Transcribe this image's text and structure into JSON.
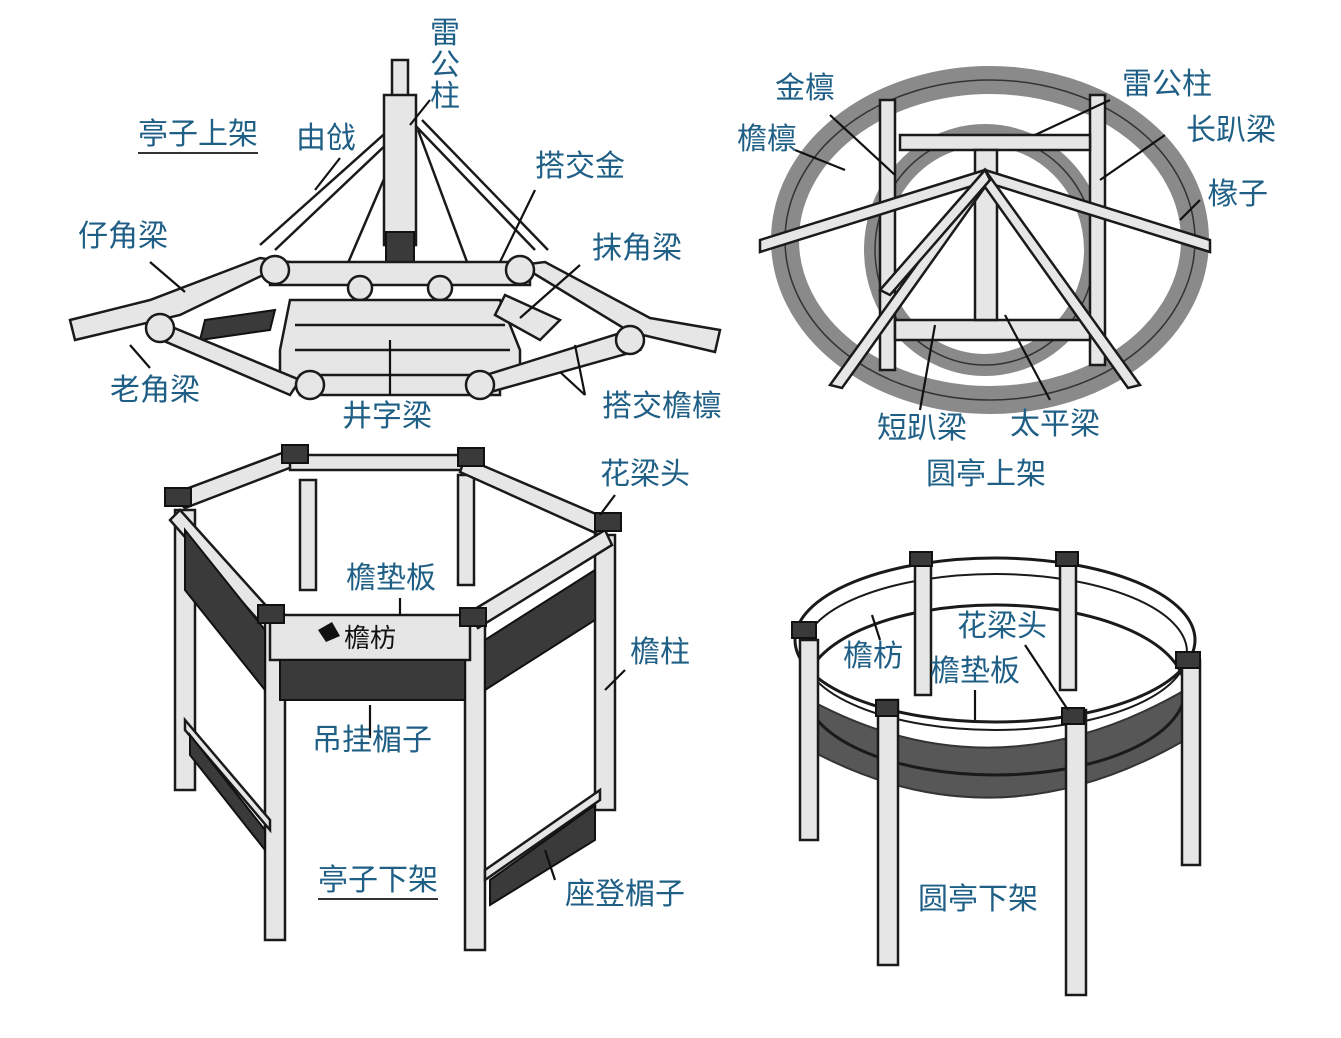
{
  "pavilion_upper": {
    "caption": "亭子上架",
    "labels": {
      "leigongzhu": "雷公柱",
      "youqi": "由戗",
      "dajiaojin": "搭交金",
      "zijiaoliang": "仔角梁",
      "mojiaoliang": "抹角梁",
      "laojiaoliang": "老角梁",
      "jingziliang": "井字梁",
      "dajiaoyanlin": "搭交檐檩"
    }
  },
  "round_upper": {
    "caption": "圆亭上架",
    "labels": {
      "jinlin": "金檩",
      "leigongzhu": "雷公柱",
      "yanlin": "檐檩",
      "changpaliang": "长趴梁",
      "chuanzi": "椽子",
      "duanpaliang": "短趴梁",
      "taipingliang": "太平梁"
    }
  },
  "pavilion_lower": {
    "caption": "亭子下架",
    "labels": {
      "hualiangtou": "花梁头",
      "yandianban": "檐垫板",
      "yanfang": "檐枋",
      "yanzhu": "檐柱",
      "diaoguameizi": "吊挂楣子",
      "zuodengmeizi": "座登楣子"
    }
  },
  "round_lower": {
    "caption": "圆亭下架",
    "labels": {
      "hualiangtou": "花梁头",
      "yanfang": "檐枋",
      "yandianban": "檐垫板"
    }
  }
}
